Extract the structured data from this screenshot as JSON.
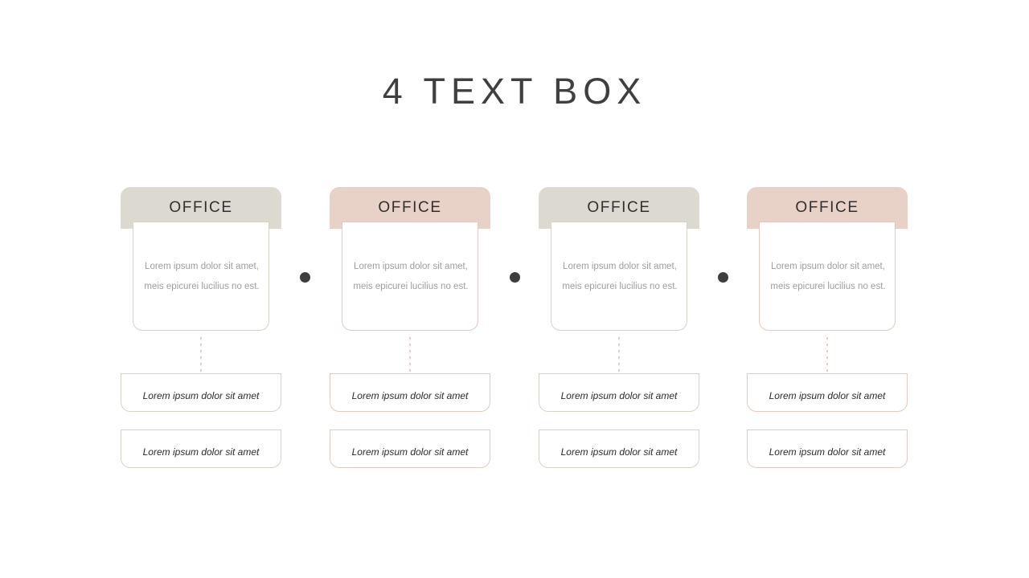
{
  "slide": {
    "title": "4 TEXT BOX",
    "background_color": "#ffffff",
    "title_color": "#3f3f3f"
  },
  "theme": {
    "beige_fill": "#dcdad0",
    "beige_border": "#d5d2c6",
    "pink_fill": "#e8d2c8",
    "pink_border": "#e3c9bf",
    "dot_color": "#3d3d3d",
    "body_text_color": "#9d9d9d",
    "sub_text_color": "#2b2b2b"
  },
  "columns": [
    {
      "header": "OFFICE",
      "body": "Lorem ipsum dolor sit amet, meis epicurei lucilius no est.",
      "sub_boxes": [
        "Lorem ipsum dolor sit amet",
        "Lorem ipsum dolor sit amet"
      ],
      "accent": "beige",
      "fill": "#dcdad0",
      "border": "#d5d2c6"
    },
    {
      "header": "OFFICE",
      "body": "Lorem ipsum dolor sit amet, meis epicurei lucilius no est.",
      "sub_boxes": [
        "Lorem ipsum dolor sit amet",
        "Lorem ipsum dolor sit amet"
      ],
      "accent": "pink",
      "fill": "#e8d2c8",
      "border": "#e3c9bf"
    },
    {
      "header": "OFFICE",
      "body": "Lorem ipsum dolor sit amet, meis epicurei lucilius no est.",
      "sub_boxes": [
        "Lorem ipsum dolor sit amet",
        "Lorem ipsum dolor sit amet"
      ],
      "accent": "beige",
      "fill": "#dcdad0",
      "border": "#d5d2c6"
    },
    {
      "header": "OFFICE",
      "body": "Lorem ipsum dolor sit amet, meis epicurei lucilius no est.",
      "sub_boxes": [
        "Lorem ipsum dolor sit amet",
        "Lorem ipsum dolor sit amet"
      ],
      "accent": "pink",
      "fill": "#e8d2c8",
      "border": "#e3c9bf"
    }
  ],
  "separators": [
    {
      "name": "separator-dot-1"
    },
    {
      "name": "separator-dot-2"
    },
    {
      "name": "separator-dot-3"
    }
  ]
}
